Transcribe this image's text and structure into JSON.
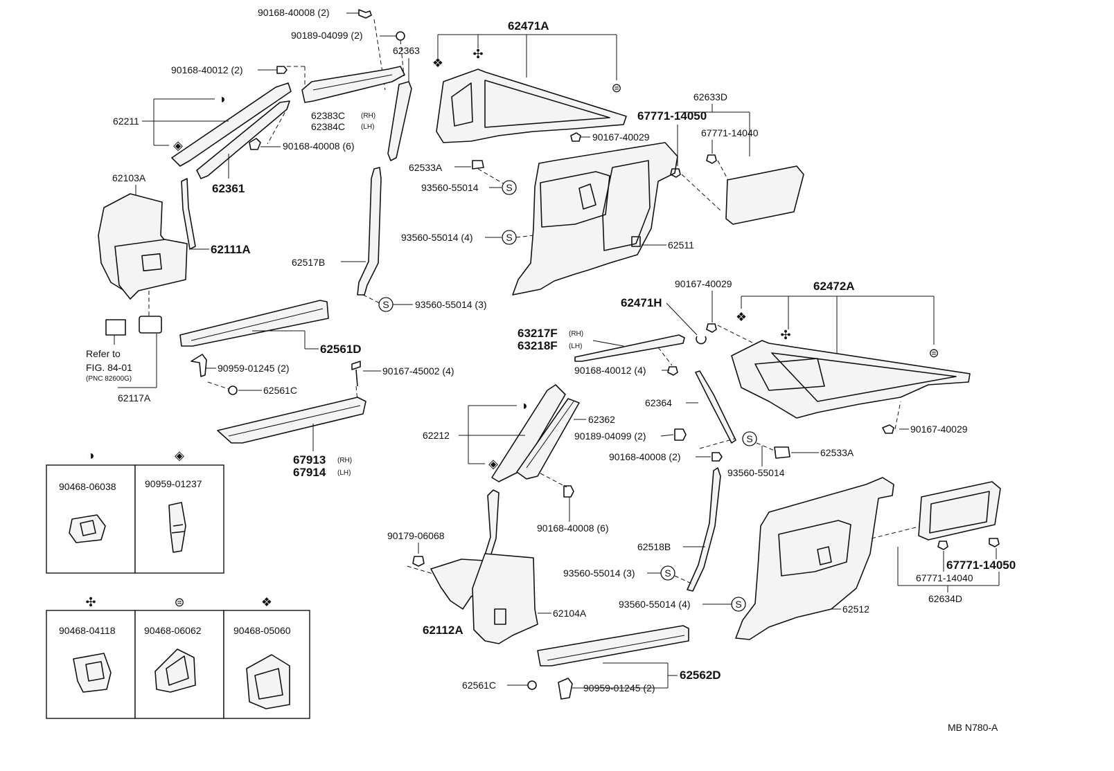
{
  "labels": {
    "p90168_40008_top": "90168-40008 (2)",
    "p90189_04099_top": "90189-04099 (2)",
    "p62363": "62363",
    "p62471A": "62471A",
    "p90168_40012_top": "90168-40012 (2)",
    "p62211": "62211",
    "p62383C": "62383C",
    "p62384C": "62384C",
    "rh": "(RH)",
    "lh": "(LH)",
    "p90168_40008_6a": "90168-40008 (6)",
    "p62361": "62361",
    "p62103A": "62103A",
    "p62111A": "62111A",
    "p62517B": "62517B",
    "p62533A_top": "62533A",
    "p93560_55014_a": "93560-55014",
    "p93560_55014_4a": "93560-55014 (4)",
    "p93560_55014_3a": "93560-55014 (3)",
    "p62633D": "62633D",
    "p67771_14050_top": "67771-14050",
    "p67771_14040_top": "67771-14040",
    "p90167_40029_a": "90167-40029",
    "p62511": "62511",
    "refer_to": "Refer to",
    "fig_ref": "FIG. 84-01",
    "pnc_ref": "(PNC 82600G)",
    "p62117A": "62117A",
    "p62561D": "62561D",
    "p90959_01245_2a": "90959-01245 (2)",
    "p62561C_a": "62561C",
    "p90167_45002": "90167-45002 (4)",
    "p67913": "67913",
    "p67914": "67914",
    "p90167_40029_b": "90167-40029",
    "p62472A": "62472A",
    "p62471H": "62471H",
    "p63217F": "63217F",
    "p63218F": "63218F",
    "p90168_40012_4": "90168-40012 (4)",
    "p62364": "62364",
    "p62212": "62212",
    "p62362": "62362",
    "p90189_04099_b": "90189-04099 (2)",
    "p90168_40008_2b": "90168-40008 (2)",
    "p93560_55014_b": "93560-55014",
    "p62533A_b": "62533A",
    "p90167_40029_c": "90167-40029",
    "p90168_40008_6b": "90168-40008 (6)",
    "p90179_06068": "90179-06068",
    "p62518B": "62518B",
    "p93560_55014_3b": "93560-55014 (3)",
    "p93560_55014_4b": "93560-55014 (4)",
    "p62512": "62512",
    "p67771_14050_b": "67771-14050",
    "p67771_14040_b": "67771-14040",
    "p62634D": "62634D",
    "p62112A": "62112A",
    "p62104A": "62104A",
    "p62561C_b": "62561C",
    "p90959_01245_2b": "90959-01245 (2)",
    "p62562D": "62562D",
    "s_mark": "S",
    "footer_code": "MB  N780-A"
  },
  "legend": {
    "clip1": {
      "symbol": "◑",
      "part": "90468-06038"
    },
    "clip2": {
      "symbol": "◈",
      "part": "90959-01237"
    },
    "clip3": {
      "symbol": "✣",
      "part": "90468-04118"
    },
    "clip4": {
      "symbol": "⊜",
      "part": "90468-06062"
    },
    "clip5": {
      "symbol": "❖",
      "part": "90468-05060"
    }
  },
  "icons": {
    "s_circle": "s-circle-icon",
    "half_circle": "half-circle-icon",
    "diamond_dot": "diamond-dot-icon",
    "pinwheel": "pinwheel-icon",
    "ring": "ring-icon",
    "four_diamond": "four-diamond-icon"
  }
}
